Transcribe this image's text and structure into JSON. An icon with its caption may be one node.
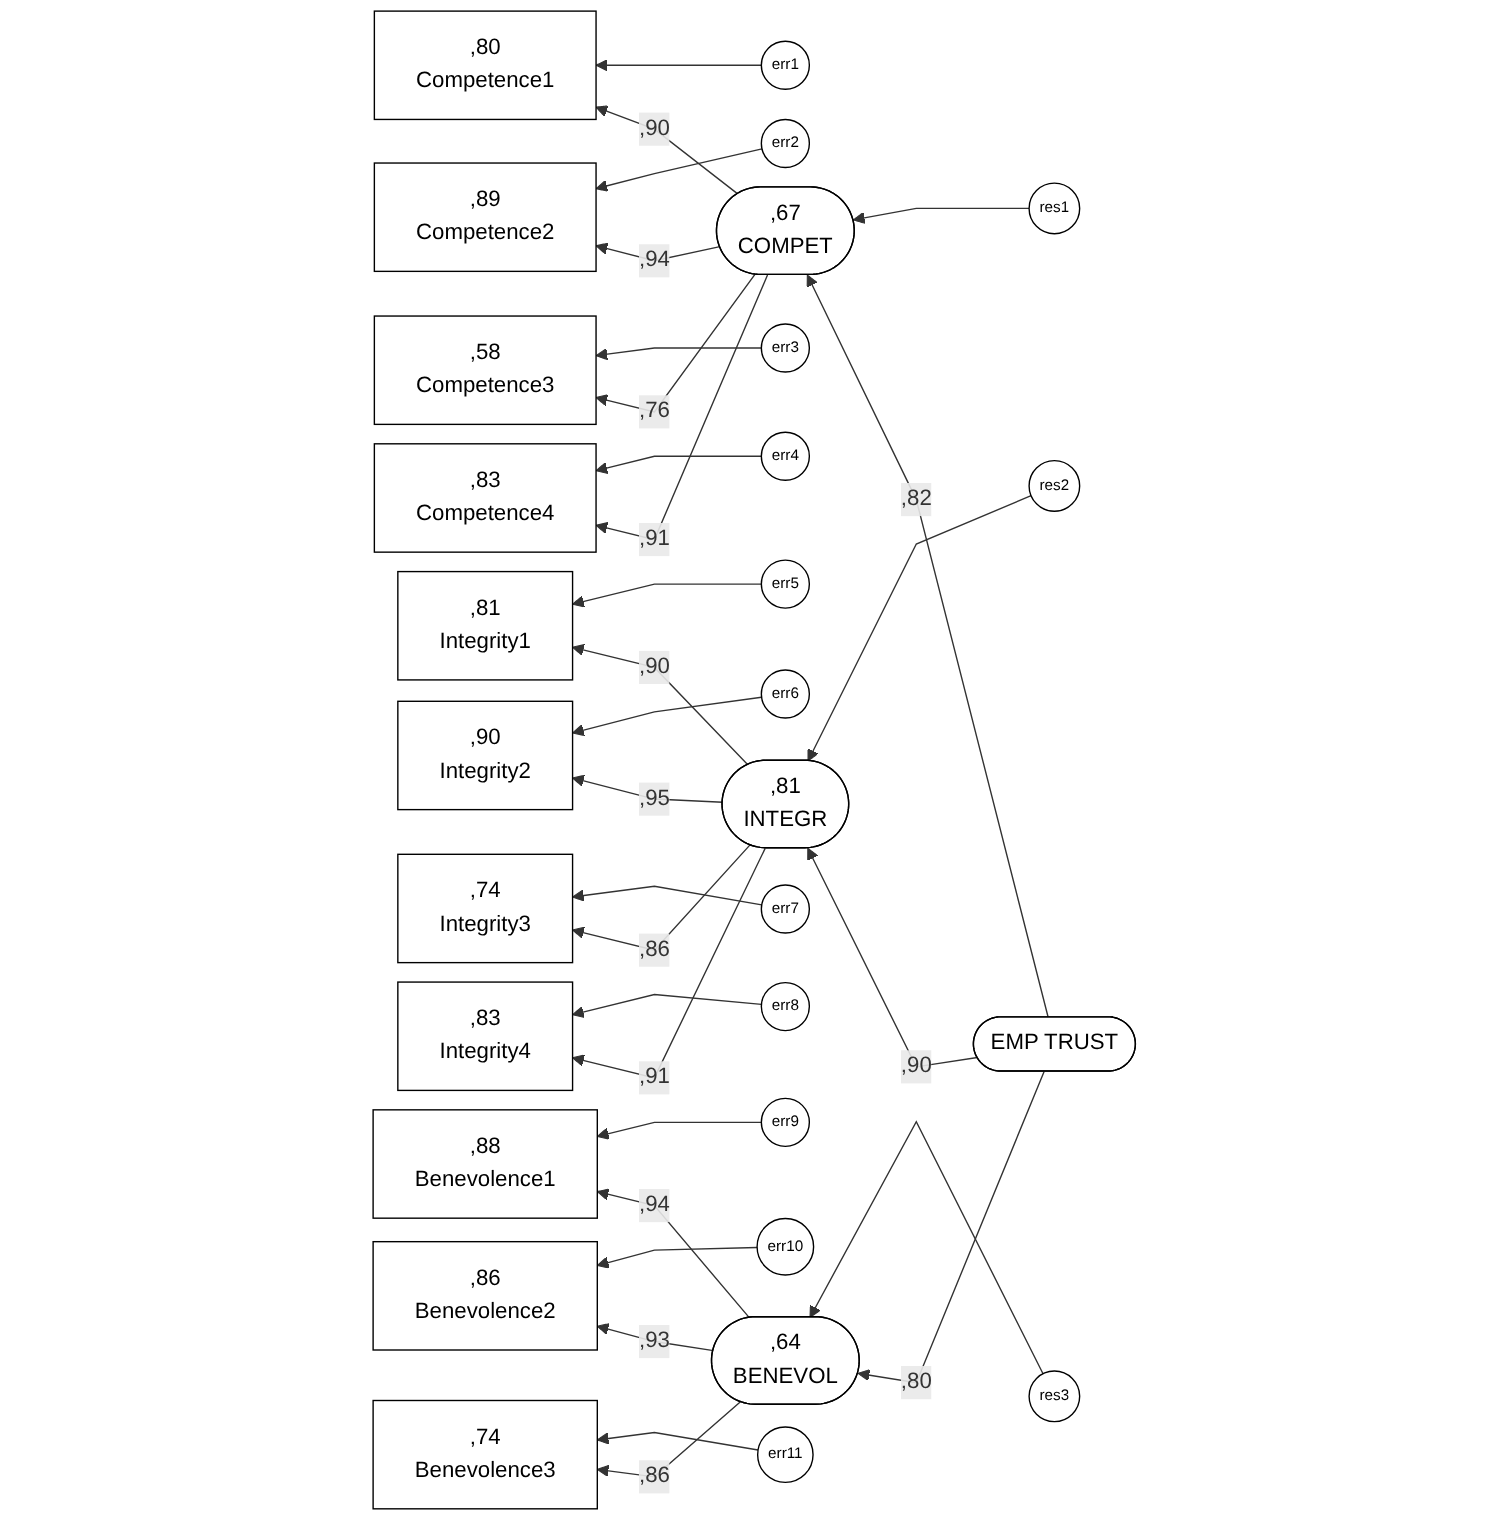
{
  "diagram": {
    "nodes": [
      {
        "text": [
          "err1"
        ]
      },
      {
        "text": [
          ",80",
          "Competence1"
        ]
      },
      {
        "text": [
          "err2"
        ]
      },
      {
        "text": [
          ",89",
          "Competence2"
        ]
      },
      {
        "text": [
          "err3"
        ]
      },
      {
        "text": [
          ",58",
          "Competence3"
        ]
      },
      {
        "text": [
          "err4"
        ]
      },
      {
        "text": [
          ",83",
          "Competence4"
        ]
      },
      {
        "text": [
          "res1"
        ]
      },
      {
        "text": [
          ",67",
          "COMPET"
        ]
      },
      {
        "text": [
          "err5"
        ]
      },
      {
        "text": [
          ",81",
          "Integrity1"
        ]
      },
      {
        "text": [
          "err6"
        ]
      },
      {
        "text": [
          ",90",
          "Integrity2"
        ]
      },
      {
        "text": [
          "err7"
        ]
      },
      {
        "text": [
          ",74",
          "Integrity3"
        ]
      },
      {
        "text": [
          "err8"
        ]
      },
      {
        "text": [
          ",83",
          "Integrity4"
        ]
      },
      {
        "text": [
          "res2"
        ]
      },
      {
        "text": [
          ",81",
          "INTEGR"
        ]
      },
      {
        "text": [
          "EMP TRUST"
        ]
      },
      {
        "text": [
          "err9"
        ]
      },
      {
        "text": [
          ",88",
          "Benevolence1"
        ]
      },
      {
        "text": [
          "err10"
        ]
      },
      {
        "text": [
          ",86",
          "Benevolence2"
        ]
      },
      {
        "text": [
          "err11"
        ]
      },
      {
        "text": [
          ",74",
          "Benevolence3"
        ]
      },
      {
        "text": [
          "res3"
        ]
      },
      {
        "text": [
          ",64",
          "BENEVOL"
        ]
      }
    ],
    "edges": [
      {
        "from": 0,
        "to": 1,
        "arrow": "to"
      },
      {
        "from": 2,
        "to": 3,
        "arrow": "to"
      },
      {
        "from": 4,
        "to": 5,
        "arrow": "to"
      },
      {
        "from": 6,
        "to": 7,
        "arrow": "to"
      },
      {
        "from": 9,
        "to": 1,
        "arrow": "to",
        "label": ",90"
      },
      {
        "from": 9,
        "to": 3,
        "arrow": "to",
        "label": ",94"
      },
      {
        "from": 9,
        "to": 5,
        "arrow": "to",
        "label": ",76"
      },
      {
        "from": 9,
        "to": 7,
        "arrow": "to",
        "label": ",91"
      },
      {
        "from": 8,
        "to": 9,
        "arrow": "to"
      },
      {
        "from": 20,
        "to": 9,
        "arrow": "to",
        "label": ",82"
      },
      {
        "from": 10,
        "to": 11,
        "arrow": "to"
      },
      {
        "from": 12,
        "to": 13,
        "arrow": "to"
      },
      {
        "from": 14,
        "to": 15,
        "arrow": "to"
      },
      {
        "from": 16,
        "to": 17,
        "arrow": "to"
      },
      {
        "from": 19,
        "to": 11,
        "arrow": "to",
        "label": ",90"
      },
      {
        "from": 19,
        "to": 13,
        "arrow": "to",
        "label": ",95"
      },
      {
        "from": 19,
        "to": 15,
        "arrow": "to",
        "label": ",86"
      },
      {
        "from": 19,
        "to": 17,
        "arrow": "to",
        "label": ",91"
      },
      {
        "from": 18,
        "to": 19,
        "arrow": "to"
      },
      {
        "from": 20,
        "to": 19,
        "arrow": "to",
        "label": ",90"
      },
      {
        "from": 21,
        "to": 22,
        "arrow": "to"
      },
      {
        "from": 23,
        "to": 24,
        "arrow": "to"
      },
      {
        "from": 25,
        "to": 26,
        "arrow": "to"
      },
      {
        "from": 28,
        "to": 22,
        "arrow": "to",
        "label": ",94"
      },
      {
        "from": 28,
        "to": 24,
        "arrow": "to",
        "label": ",93"
      },
      {
        "from": 28,
        "to": 26,
        "arrow": "to",
        "label": ",86"
      },
      {
        "from": 27,
        "to": 28,
        "arrow": "to"
      },
      {
        "from": 20,
        "to": 28,
        "arrow": "to",
        "label": ",80"
      }
    ]
  }
}
